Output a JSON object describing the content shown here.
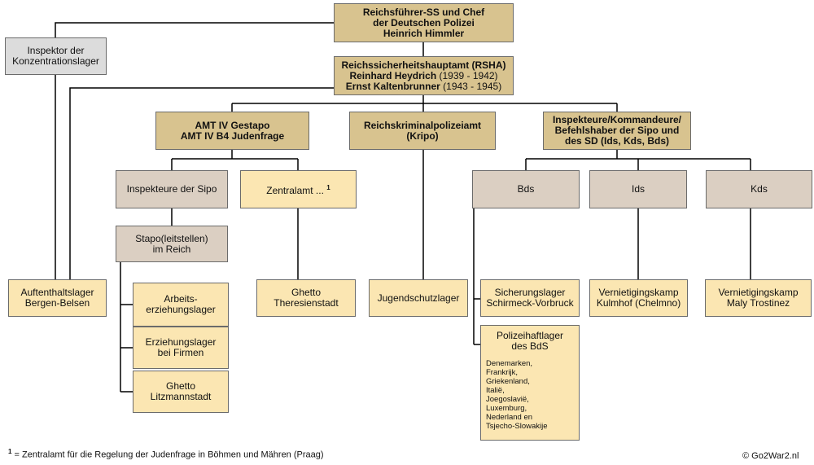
{
  "himmler": {
    "line1": "Reichsführer-SS und Chef",
    "line2": "der Deutschen Polizei",
    "line3": "Heinrich Himmler"
  },
  "inspektor_kl": {
    "line1": "Inspektor der",
    "line2": "Konzentrationslager"
  },
  "rsha": {
    "line1": "Reichssicherheitshauptamt (RSHA)",
    "heydrich": "Reinhard Heydrich",
    "heydrich_years": " (1939 - 1942)",
    "kaltenbrunner": "Ernst Kaltenbrunner",
    "kaltenbrunner_years": " (1943 - 1945)"
  },
  "gestapo": {
    "line1": "AMT IV Gestapo",
    "line2": "AMT IV B4 Judenfrage"
  },
  "kripo": {
    "line1": "Reichskriminalpolizeiamt",
    "line2": "(Kripo)"
  },
  "inspekteure_sd": {
    "line1": "Inspekteure/Kommandeure/",
    "line2": "Befehlshaber der Sipo und",
    "line3": "des SD (Ids, Kds, Bds)"
  },
  "inspekteure_sipo": "Inspekteure der Sipo",
  "zentralamt": {
    "label": "Zentralamt ... ",
    "sup": "1"
  },
  "bds": "Bds",
  "ids": "Ids",
  "kds": "Kds",
  "stapo": {
    "line1": "Stapo(leitstellen)",
    "line2": "im Reich"
  },
  "bergen_belsen": {
    "line1": "Auftenthaltslager",
    "line2": "Bergen-Belsen"
  },
  "arbeits": {
    "line1": "Arbeits-",
    "line2": "erziehungslager"
  },
  "theresienstadt": {
    "line1": "Ghetto",
    "line2": "Theresienstadt"
  },
  "jugendschutzlager": "Jugendschutzlager",
  "schirmeck": {
    "line1": "Sicherungslager",
    "line2": "Schirmeck-Vorbruck"
  },
  "kulmhof": {
    "line1": "Vernietigingskamp",
    "line2": "Kulmhof (Chelmno)"
  },
  "maly": {
    "line1": "Vernietigingskamp",
    "line2": "Maly Trostinez"
  },
  "erziehungslager": {
    "line1": "Erziehungslager",
    "line2": "bei Firmen"
  },
  "polizeihaftlager": {
    "line1": "Polizeihaftlager",
    "line2": "des BdS",
    "countries": [
      "Denemarken,",
      "Frankrijk,",
      "Griekenland,",
      "Italië,",
      "Joegoslavië,",
      "Luxemburg,",
      "Nederland en",
      "Tsjecho-Slowakije"
    ]
  },
  "litzmannstadt": {
    "line1": "Ghetto",
    "line2": "Litzmannstadt"
  },
  "footnote": {
    "sup": "1",
    "text": " = Zentralamt für die Regelung der Judenfrage in Böhmen und Mähren (Praag)"
  },
  "copyright": "© Go2War2.nl",
  "colors": {
    "dark_box": "#d8c38f",
    "light_box": "#fbe6b2",
    "grey_box": "#dcdcdc",
    "taupe_box": "#dbcfc2",
    "line": "#000000"
  }
}
